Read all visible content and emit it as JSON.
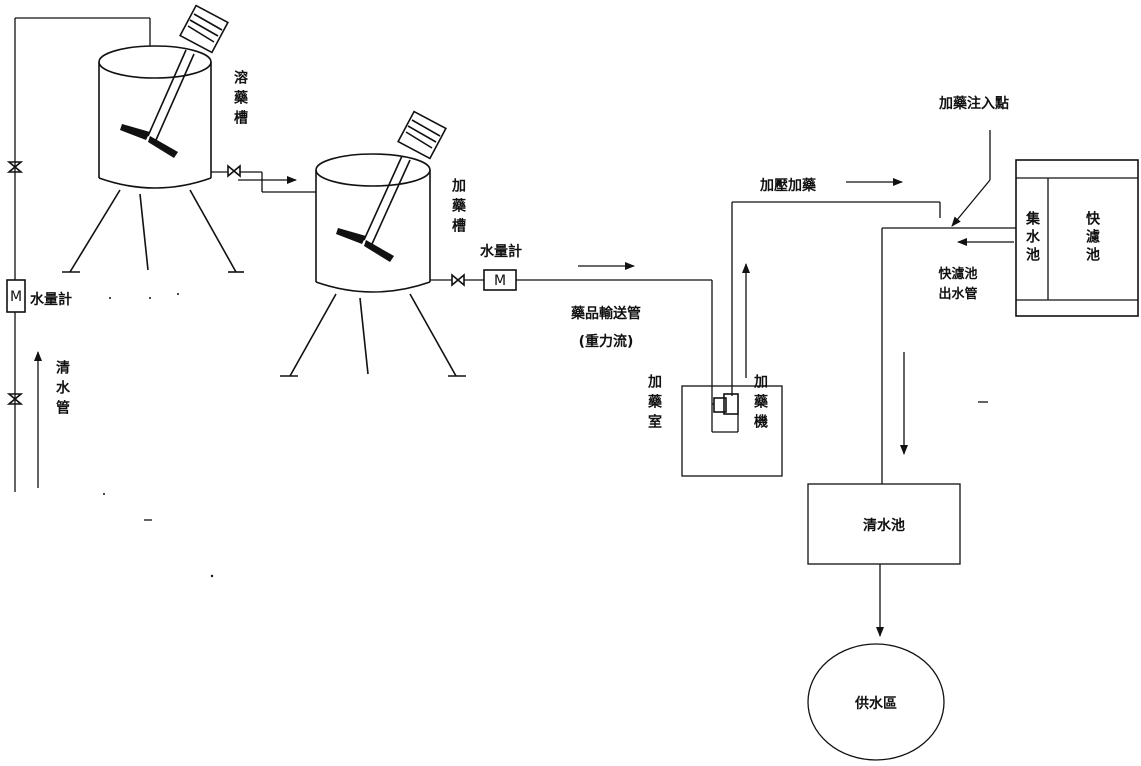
{
  "labels": {
    "tank1": "溶藥槽",
    "tank2": "加藥槽",
    "meter_left": "水量計",
    "meter_mid": "水量計",
    "meter_symbol": "M",
    "meter_symbol_2": "M",
    "clean_pipe": "清水管",
    "delivery_pipe": "藥品輸送管",
    "gravity_flow": "(重力流)",
    "dosing_room": "加藥室",
    "dosing_machine": "加藥機",
    "pressure_dosing": "加壓加藥",
    "injection_point": "加藥注入點",
    "filter_outlet": "快濾池出水管",
    "collection_well": "集水池",
    "rapid_filter": "快濾池",
    "clearwater_tank": "清水池",
    "supply_area": "供水區"
  }
}
